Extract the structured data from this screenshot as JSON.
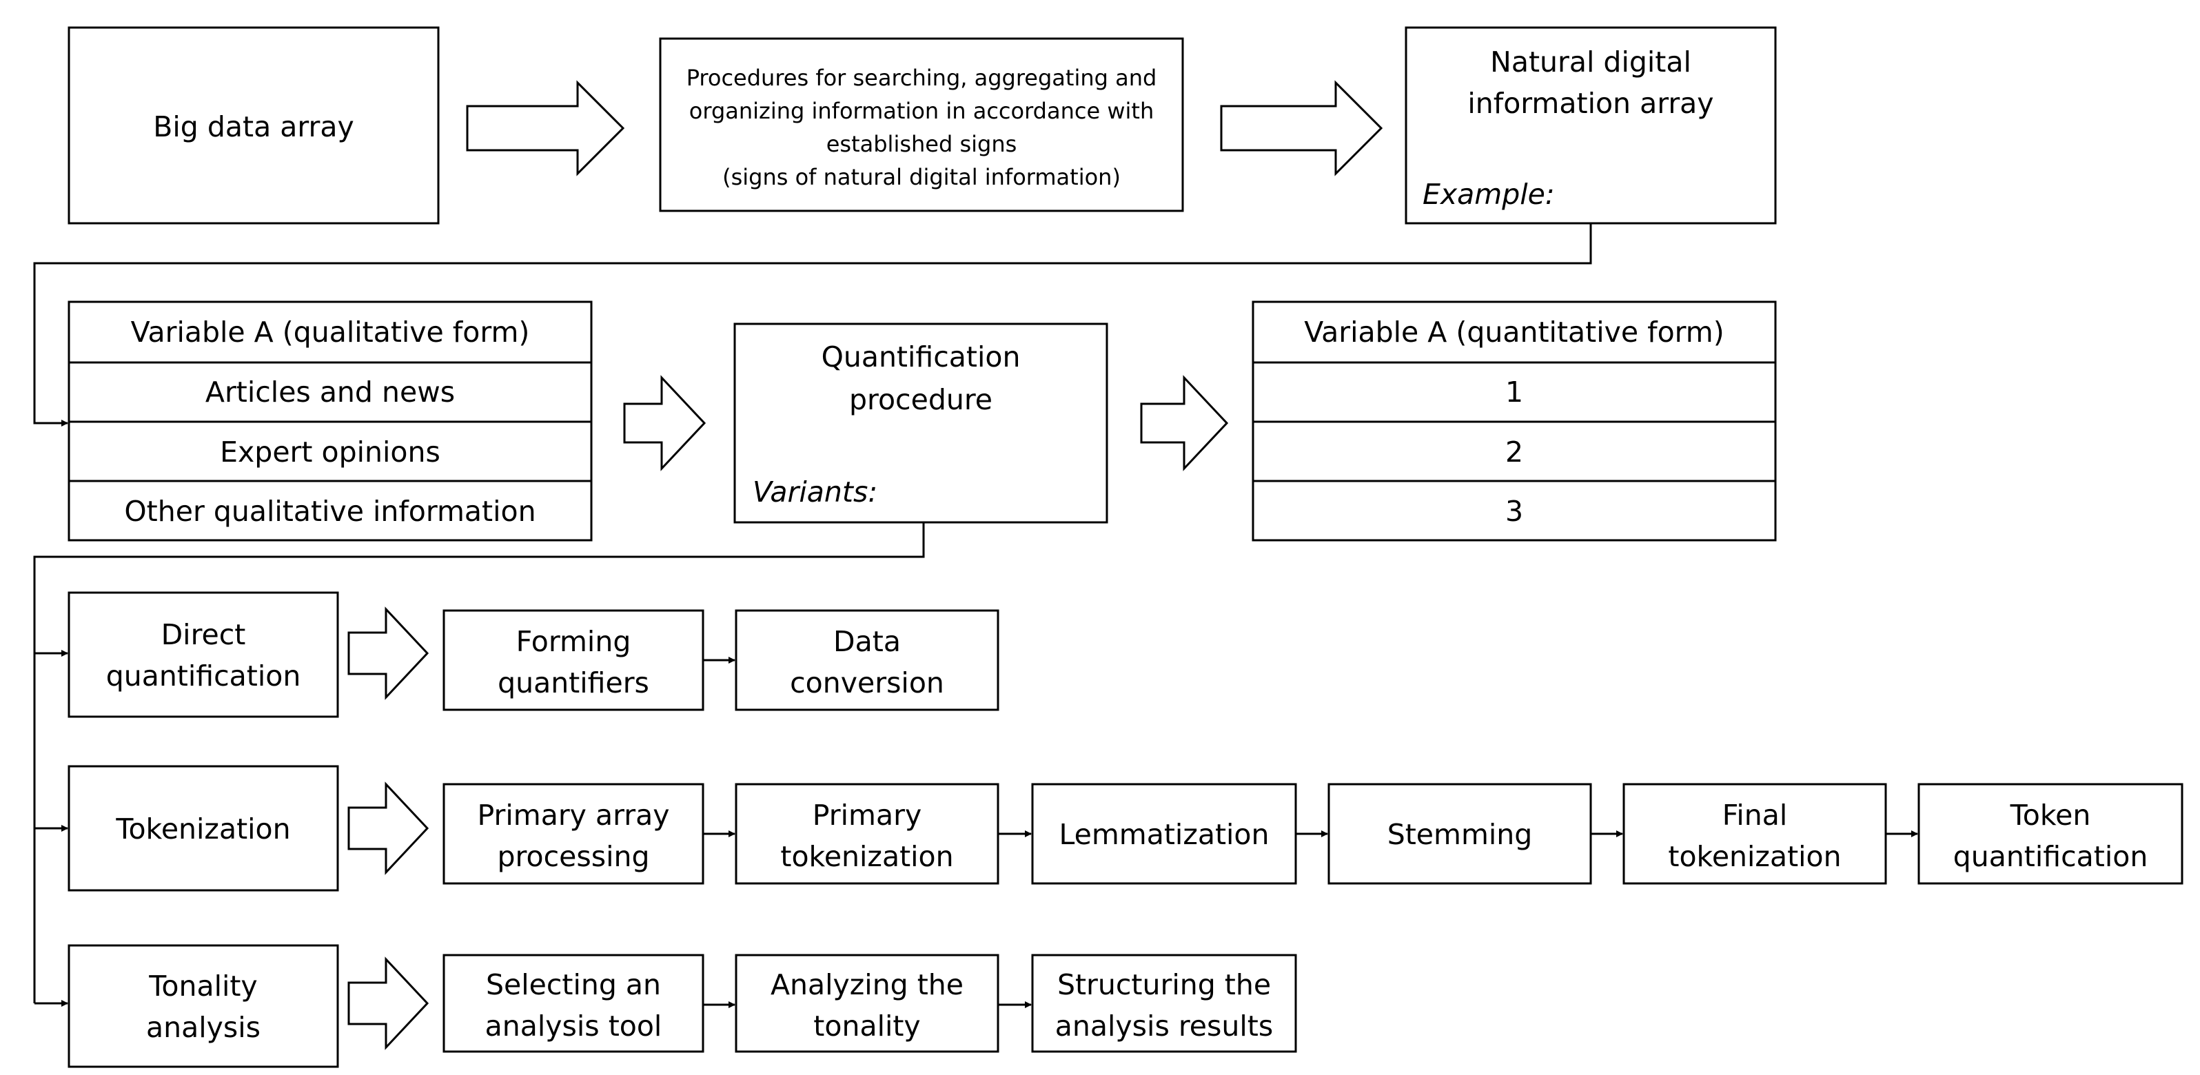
{
  "flow": {
    "big_data": "Big data array",
    "procedures": [
      "Procedures for searching, aggregating and",
      "organizing information in accordance with",
      "established signs",
      "(signs of natural digital information)"
    ],
    "natural_array": [
      "Natural digital",
      "information array"
    ],
    "example_label": "Example:"
  },
  "qualitative": {
    "header": "Variable A (qualitative form)",
    "rows": [
      "Articles and news",
      "Expert opinions",
      "Other qualitative information"
    ]
  },
  "quantification": {
    "title": [
      "Quantification",
      "procedure"
    ],
    "variants_label": "Variants:"
  },
  "quantitative": {
    "header": "Variable A (quantitative form)",
    "rows": [
      "1",
      "2",
      "3"
    ]
  },
  "direct": {
    "label": [
      "Direct",
      "quantification"
    ],
    "steps": [
      [
        "Forming",
        "quantifiers"
      ],
      [
        "Data",
        "conversion"
      ]
    ]
  },
  "tokenization": {
    "label": [
      "Tokenization"
    ],
    "steps": [
      [
        "Primary array",
        "processing"
      ],
      [
        "Primary",
        "tokenization"
      ],
      [
        "Lemmatization"
      ],
      [
        "Stemming"
      ],
      [
        "Final",
        "tokenization"
      ],
      [
        "Token",
        "quantification"
      ]
    ]
  },
  "tonality": {
    "label": [
      "Tonality",
      "analysis"
    ],
    "steps": [
      [
        "Selecting an",
        "analysis tool"
      ],
      [
        "Analyzing the",
        "tonality"
      ],
      [
        "Structuring the",
        "analysis results"
      ]
    ]
  }
}
